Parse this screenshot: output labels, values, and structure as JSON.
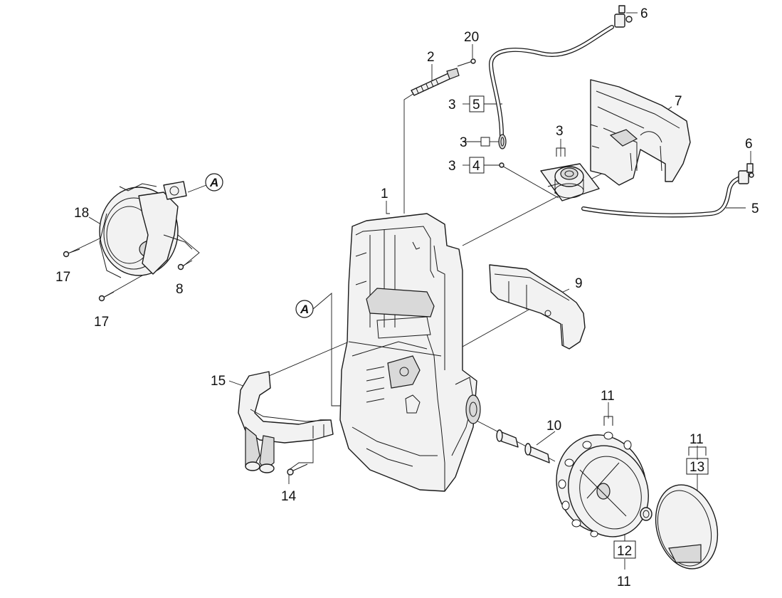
{
  "callouts": {
    "c1": "1",
    "c2": "2",
    "c3a": "3",
    "c3b": "3",
    "c3c": "3",
    "c3d": "3",
    "c4": "4",
    "c5a": "5",
    "c5b": "5",
    "c6a": "6",
    "c6b": "6",
    "c7": "7",
    "c8": "8",
    "c9": "9",
    "c10": "10",
    "c11a": "11",
    "c11b": "11",
    "c11c": "11",
    "c12": "12",
    "c13": "13",
    "c14": "14",
    "c15": "15",
    "c17a": "17",
    "c17b": "17",
    "c18": "18",
    "c20": "20"
  },
  "references": {
    "ref_a_top": "A",
    "ref_a_mid": "A"
  }
}
